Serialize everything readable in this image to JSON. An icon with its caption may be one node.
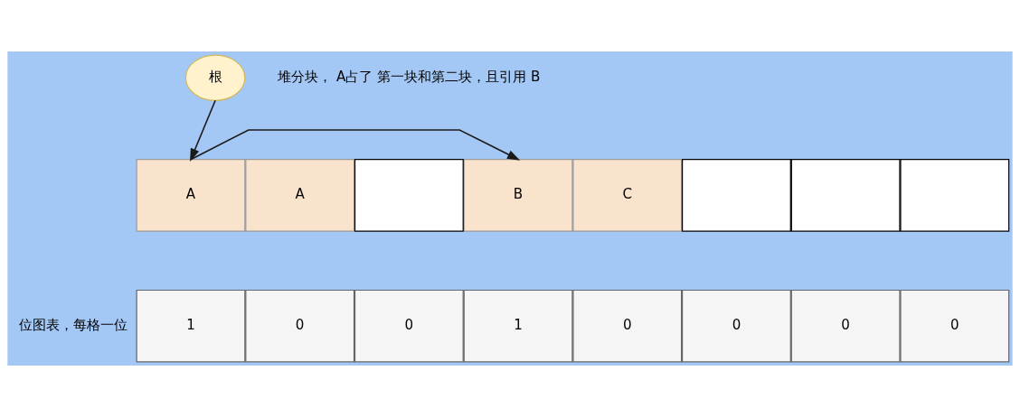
{
  "diagram": {
    "nodes": [
      {
        "text": [
          "根"
        ]
      },
      {
        "text": [
          "A"
        ]
      },
      {
        "text": [
          "A"
        ]
      },
      {
        "text": [],
        "shape": "box"
      },
      {
        "text": [
          "B"
        ]
      },
      {
        "text": [
          "C"
        ]
      },
      {
        "text": [],
        "shape": "box"
      },
      {
        "text": [],
        "shape": "box"
      },
      {
        "text": [],
        "shape": "box"
      },
      {
        "text": [
          "1"
        ]
      },
      {
        "text": [
          "0"
        ]
      },
      {
        "text": [
          "0"
        ]
      },
      {
        "text": [
          "1"
        ]
      },
      {
        "text": [
          "0"
        ]
      },
      {
        "text": [
          "0"
        ]
      },
      {
        "text": [
          "0"
        ]
      },
      {
        "text": [
          "0"
        ]
      }
    ],
    "edges": [
      {
        "from": 0,
        "to": 1,
        "arrow": "to"
      },
      {
        "from": 1,
        "to": 4,
        "arrow": "to"
      }
    ],
    "labels": [
      "堆分块， A占了 第一块和第二块，且引用 B",
      "位图表，每格一位"
    ]
  }
}
